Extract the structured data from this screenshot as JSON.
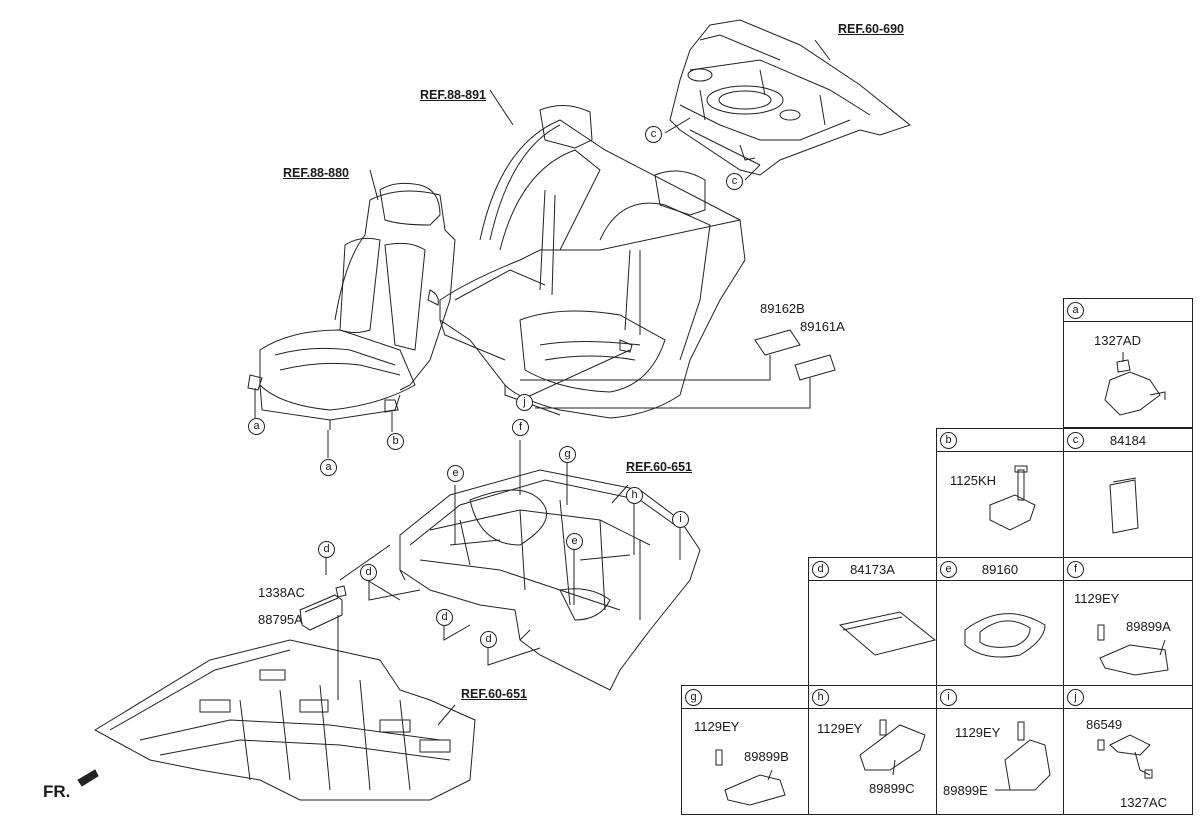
{
  "refs": {
    "ref_88_880": "REF.88-880",
    "ref_88_891": "REF.88-891",
    "ref_60_690": "REF.60-690",
    "ref_60_651_upper": "REF.60-651",
    "ref_60_651_lower": "REF.60-651"
  },
  "callouts": {
    "seat_a1": "a",
    "seat_a2": "a",
    "seat_b": "b",
    "seat_j": "j",
    "shelf_c1": "c",
    "shelf_c2": "c",
    "floor_e1": "e",
    "floor_e2": "e",
    "floor_f": "f",
    "floor_g": "g",
    "floor_h": "h",
    "floor_i": "i",
    "floor_d1": "d",
    "floor_d2": "d",
    "floor_d3": "d",
    "floor_d4": "d"
  },
  "parts": {
    "p89162B": "89162B",
    "p89161A": "89161A",
    "p1338AC": "1338AC",
    "p88795A": "88795A",
    "fr": "FR."
  },
  "table": {
    "a": {
      "letter": "a",
      "code": "",
      "labels": [
        "1327AD"
      ]
    },
    "b": {
      "letter": "b",
      "code": "",
      "labels": [
        "1125KH"
      ]
    },
    "c": {
      "letter": "c",
      "code": "84184",
      "labels": []
    },
    "d": {
      "letter": "d",
      "code": "84173A",
      "labels": []
    },
    "e": {
      "letter": "e",
      "code": "89160",
      "labels": []
    },
    "f": {
      "letter": "f",
      "code": "",
      "labels": [
        "1129EY",
        "89899A"
      ]
    },
    "g": {
      "letter": "g",
      "code": "",
      "labels": [
        "1129EY",
        "89899B"
      ]
    },
    "h": {
      "letter": "h",
      "code": "",
      "labels": [
        "1129EY",
        "89899C"
      ]
    },
    "i": {
      "letter": "i",
      "code": "",
      "labels": [
        "1129EY",
        "89899E"
      ]
    },
    "j": {
      "letter": "j",
      "code": "",
      "labels": [
        "86549",
        "1327AC"
      ]
    }
  }
}
